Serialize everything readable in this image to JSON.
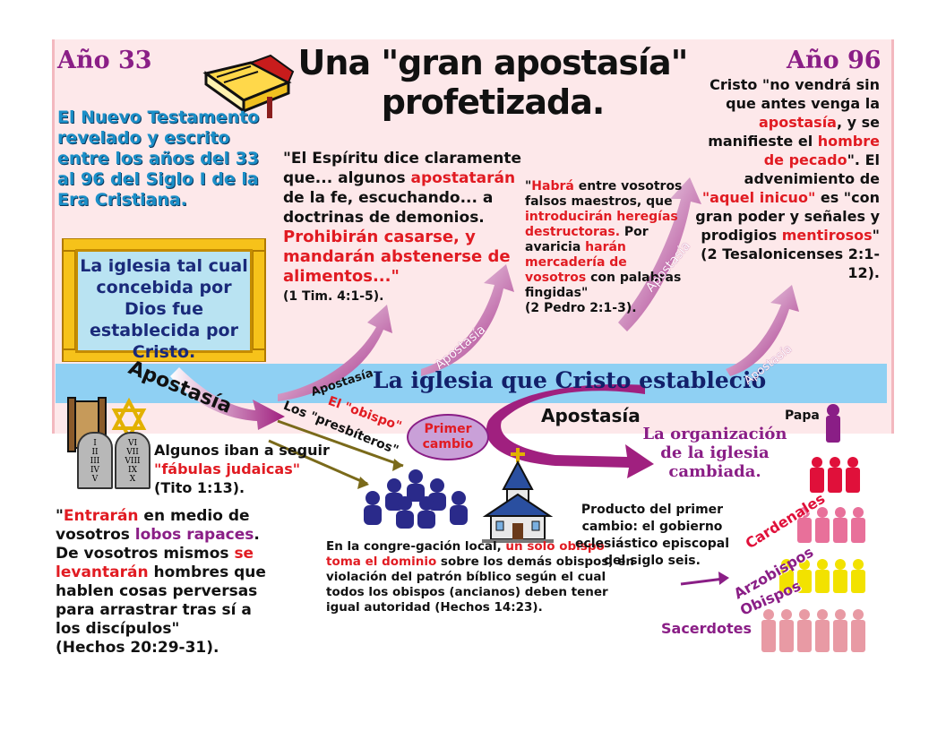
{
  "years": {
    "start": "Año 33",
    "end": "Año 96"
  },
  "title": {
    "line1": "Una \"gran apostasía\"",
    "line2": "profetizada."
  },
  "nt_text": "El Nuevo Testamento revelado y escrito entre los años del 33 al 96 del Siglo I de la Era Cristiana.",
  "church_box": "La iglesia tal cual concebida por Dios fue establecida por Cristo.",
  "timothy": {
    "a": "\"El Espíritu dice claramente que... algunos ",
    "b": "apostatarán",
    "c": " de la fe, escuchando... a doctrinas de demonios. ",
    "d": "Prohibirán casarse, y mandarán abstenerse de alimentos...\"",
    "ref": "(1 Tim. 4:1-5)."
  },
  "peter": {
    "a": "\"",
    "b": "Habrá",
    "c": " entre vosotros falsos maestros, que ",
    "d": "introducirán heregías destructoras.",
    "e": " Por avaricia ",
    "f": "harán mercadería de vosotros",
    "g": " con palabras fingidas\"",
    "ref": "(2 Pedro 2:1-3)."
  },
  "thess": {
    "a": "Cristo \"no vendrá sin que antes venga la ",
    "b": "apostasía",
    "c": ", y se manifieste el ",
    "d": "hombre de pecado",
    "e": "\". El advenimiento de ",
    "f": "\"aquel inicuo\"",
    "g": " es \"con gran poder y señales y prodigios ",
    "h": "mentirosos",
    "i": "\"",
    "ref": "(2 Tesalonicenses 2:1-12)."
  },
  "band_text": "La iglesia que Cristo estableció",
  "apostasia_labels": [
    "Apostasía",
    "Apostasía",
    "Apostasía",
    "Apostasía",
    "Apostasía",
    "Apostasía"
  ],
  "tablets": {
    "left": [
      "I",
      "II",
      "III",
      "IV",
      "V"
    ],
    "right": [
      "VI",
      "VII",
      "VIII",
      "IX",
      "X"
    ]
  },
  "judaic": {
    "a": "Algunos iban a seguir ",
    "b": "\"fábulas judaicas\"",
    "c": " (Tito 1:13)."
  },
  "obispo_label": "El \"obispo\"",
  "presbiteros_label": "Los \"presbíteros\"",
  "primer_cambio": "Primer cambio",
  "org_changed": "La organización de la iglesia cambiada.",
  "acts": {
    "a": "\"",
    "b": "Entrarán",
    "c": " en medio de vosotros ",
    "d": "lobos rapaces",
    "e": ". De vosotros mismos ",
    "f": "se levantarán",
    "g": " hombres que hablen cosas perversas para arrastrar tras sí a los discípulos\"",
    "ref": "(Hechos 20:29-31)."
  },
  "congregation": {
    "a": "En la congre-gación local, ",
    "b": "un solo obispo toma el dominio",
    "c": " sobre los demás obispos, en violación del patrón bíblico según el cual todos los obispos (ancianos) deben tener igual autoridad (Hechos 14:23)."
  },
  "product": "Producto del primer cambio: el gobierno eclesiástico episcopal del siglo seis.",
  "hierarchy": {
    "papa": "Papa",
    "cardenales": "Cardenales",
    "arzobispos": "Arzobispos",
    "obispos": "Obispos",
    "sacerdotes": "Sacerdotes"
  },
  "colors": {
    "purple": "#8a1e86",
    "red": "#e11b22",
    "band": "#8fd0f3",
    "blue": "#1b8fc8"
  }
}
